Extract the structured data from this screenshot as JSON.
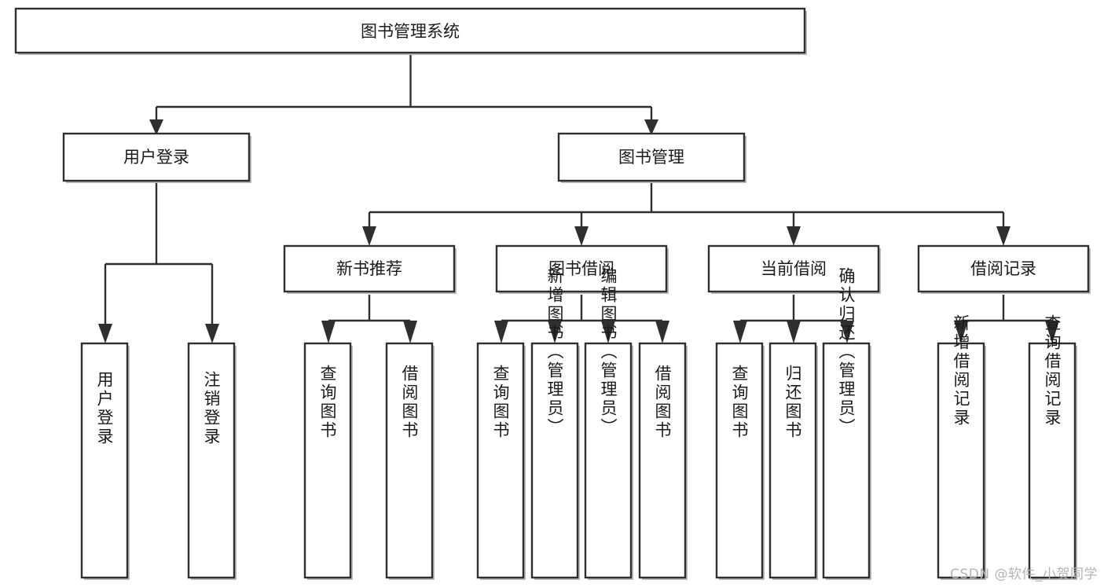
{
  "diagram": {
    "type": "tree",
    "title": "图书管理系统",
    "root": {
      "id": "root",
      "label": "图书管理系统",
      "orientation": "horizontal"
    },
    "level1": [
      {
        "id": "user-login",
        "label": "用户登录",
        "orientation": "horizontal"
      },
      {
        "id": "book-manage",
        "label": "图书管理",
        "orientation": "horizontal"
      }
    ],
    "level2": [
      {
        "id": "new-book-recommend",
        "label": "新书推荐",
        "parent": "book-manage",
        "orientation": "horizontal"
      },
      {
        "id": "book-borrow",
        "label": "图书借阅",
        "parent": "book-manage",
        "orientation": "horizontal"
      },
      {
        "id": "current-borrow",
        "label": "当前借阅",
        "parent": "book-manage",
        "orientation": "horizontal"
      },
      {
        "id": "borrow-record",
        "label": "借阅记录",
        "parent": "book-manage",
        "orientation": "horizontal"
      }
    ],
    "leaves": [
      {
        "id": "leaf-user-login",
        "label": "用户登录",
        "parent": "user-login",
        "orientation": "vertical"
      },
      {
        "id": "leaf-logout",
        "label": "注销登录",
        "parent": "user-login",
        "orientation": "vertical"
      },
      {
        "id": "leaf-query-book-1",
        "label": "查询图书",
        "parent": "new-book-recommend",
        "orientation": "vertical"
      },
      {
        "id": "leaf-borrow-book-1",
        "label": "借阅图书",
        "parent": "new-book-recommend",
        "orientation": "vertical"
      },
      {
        "id": "leaf-query-book-2",
        "label": "查询图书",
        "parent": "book-borrow",
        "orientation": "vertical"
      },
      {
        "id": "leaf-add-book",
        "label": "新增图书（管理员）",
        "parent": "book-borrow",
        "orientation": "vertical"
      },
      {
        "id": "leaf-edit-book",
        "label": "编辑图书（管理员）",
        "parent": "book-borrow",
        "orientation": "vertical"
      },
      {
        "id": "leaf-borrow-book-2",
        "label": "借阅图书",
        "parent": "book-borrow",
        "orientation": "vertical"
      },
      {
        "id": "leaf-query-book-3",
        "label": "查询图书",
        "parent": "current-borrow",
        "orientation": "vertical"
      },
      {
        "id": "leaf-return-book",
        "label": "归还图书",
        "parent": "current-borrow",
        "orientation": "vertical"
      },
      {
        "id": "leaf-confirm-return",
        "label": "确认归还（管理员）",
        "parent": "current-borrow",
        "orientation": "vertical"
      },
      {
        "id": "leaf-add-record",
        "label": "新增借阅记录",
        "parent": "borrow-record",
        "orientation": "vertical"
      },
      {
        "id": "leaf-query-record",
        "label": "查询借阅记录",
        "parent": "borrow-record",
        "orientation": "vertical"
      }
    ],
    "colors": {
      "stroke": "#2f2f2f",
      "fill": "#ffffff",
      "text": "#1a1a1a",
      "watermark": "#b4b4b4",
      "background": "#ffffff"
    }
  },
  "watermark": {
    "text": "CSDN @软件_小贺同学"
  }
}
